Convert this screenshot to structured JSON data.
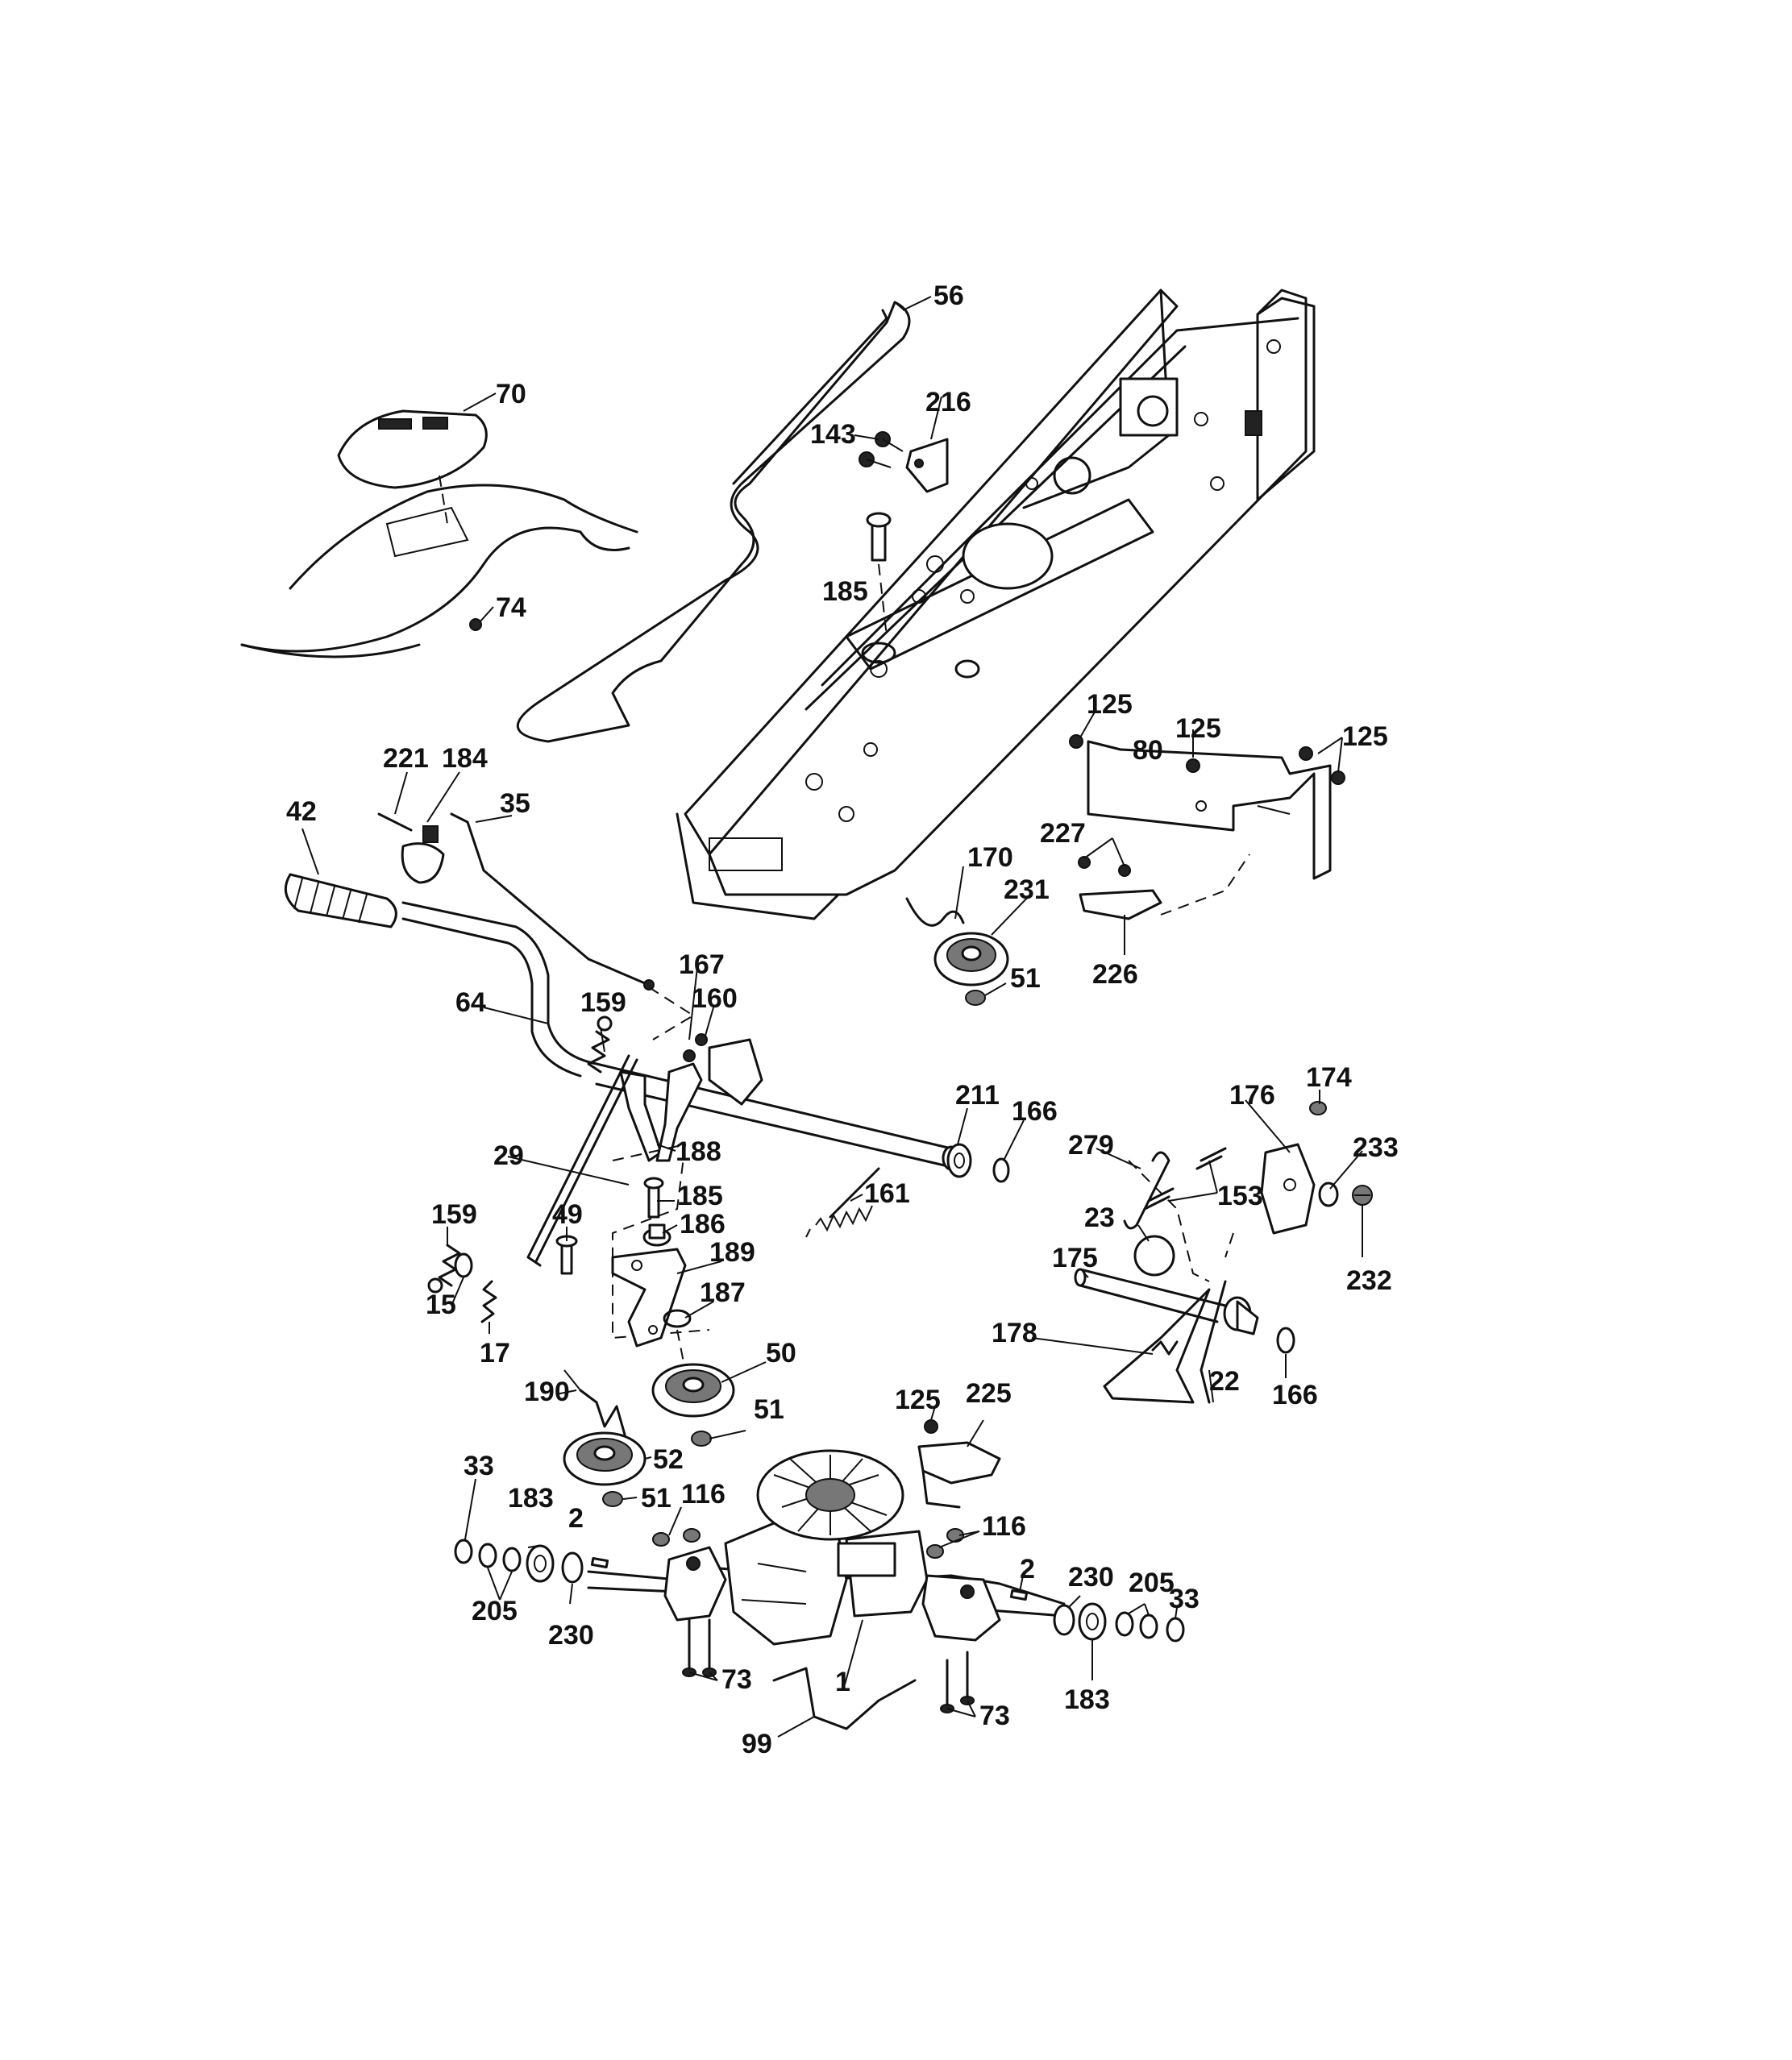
{
  "diagram": {
    "callouts": [
      {
        "label": "56"
      },
      {
        "label": "70"
      },
      {
        "label": "216"
      },
      {
        "label": "143"
      },
      {
        "label": "185"
      },
      {
        "label": "74"
      },
      {
        "label": "125"
      },
      {
        "label": "125"
      },
      {
        "label": "125"
      },
      {
        "label": "80"
      },
      {
        "label": "227"
      },
      {
        "label": "226"
      },
      {
        "label": "221"
      },
      {
        "label": "184"
      },
      {
        "label": "35"
      },
      {
        "label": "42"
      },
      {
        "label": "170"
      },
      {
        "label": "231"
      },
      {
        "label": "51"
      },
      {
        "label": "167"
      },
      {
        "label": "160"
      },
      {
        "label": "159"
      },
      {
        "label": "64"
      },
      {
        "label": "211"
      },
      {
        "label": "166"
      },
      {
        "label": "188"
      },
      {
        "label": "176"
      },
      {
        "label": "174"
      },
      {
        "label": "279"
      },
      {
        "label": "153"
      },
      {
        "label": "233"
      },
      {
        "label": "29"
      },
      {
        "label": "185"
      },
      {
        "label": "186"
      },
      {
        "label": "161"
      },
      {
        "label": "23"
      },
      {
        "label": "232"
      },
      {
        "label": "159"
      },
      {
        "label": "49"
      },
      {
        "label": "189"
      },
      {
        "label": "175"
      },
      {
        "label": "15"
      },
      {
        "label": "17"
      },
      {
        "label": "187"
      },
      {
        "label": "178"
      },
      {
        "label": "50"
      },
      {
        "label": "22"
      },
      {
        "label": "166"
      },
      {
        "label": "190"
      },
      {
        "label": "51"
      },
      {
        "label": "125"
      },
      {
        "label": "225"
      },
      {
        "label": "52"
      },
      {
        "label": "33"
      },
      {
        "label": "51"
      },
      {
        "label": "116"
      },
      {
        "label": "183"
      },
      {
        "label": "2"
      },
      {
        "label": "116"
      },
      {
        "label": "2"
      },
      {
        "label": "230"
      },
      {
        "label": "205"
      },
      {
        "label": "205"
      },
      {
        "label": "230"
      },
      {
        "label": "33"
      },
      {
        "label": "73"
      },
      {
        "label": "1"
      },
      {
        "label": "73"
      },
      {
        "label": "183"
      },
      {
        "label": "99"
      }
    ]
  }
}
